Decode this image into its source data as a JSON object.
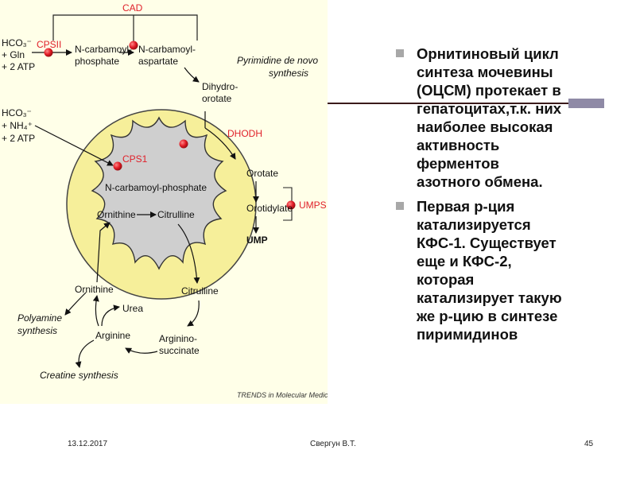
{
  "diagram": {
    "enzymes": {
      "cad": "CAD",
      "cpsii": "CPSII",
      "cps1": "CPS1",
      "dhodh": "DHODH",
      "umps": "UMPS"
    },
    "substrates": {
      "top_line1": "HCO₃⁻",
      "top_line2": "+ Gln",
      "top_line3": "+ 2 ATP",
      "mid_line1": "HCO₃⁻",
      "mid_line2": "+ NH₄⁺",
      "mid_line3": "+ 2 ATP"
    },
    "metabolites": {
      "ncp_top_1": "N-carbamoyl-",
      "ncp_top_2": "phosphate",
      "nca_1": "N-carbamoyl-",
      "nca_2": "aspartate",
      "dho_1": "Dihydro-",
      "dho_2": "orotate",
      "orotate": "Orotate",
      "orotidylate": "Orotidylate",
      "ump": "UMP",
      "ncp_mito": "N-carbamoyl-phosphate",
      "ornithine_mito": "Ornithine",
      "citrulline_mito": "Citrulline",
      "ornithine_cyto": "Ornithine",
      "citrulline_cyto": "Citrulline",
      "urea": "Urea",
      "arginine": "Arginine",
      "argsucc_1": "Arginino-",
      "argsucc_2": "succinate"
    },
    "pathways": {
      "pyrimidine_1": "Pyrimidine de novo",
      "pyrimidine_2": "synthesis",
      "polyamine_1": "Polyamine",
      "polyamine_2": "synthesis",
      "creatine": "Creatine synthesis"
    },
    "credit": "TRENDS in Molecular Medicine"
  },
  "bullets": [
    {
      "lines": [
        "Орнитиновый цикл",
        "синтеза мочевины",
        "(ОЦСМ) протекает в",
        "гепатоцитах,т.к. них",
        "наиболее высокая",
        "активность",
        "ферментов",
        "азотного обмена."
      ]
    },
    {
      "lines": [
        "Первая р-ция",
        "катализируется",
        "КФС-1. Существует",
        "еще и КФС-2,",
        "которая",
        "катализирует такую",
        "же р-цию в синтезе",
        "пиримидинов"
      ]
    }
  ],
  "footer": {
    "date": "13.12.2017",
    "author": "Свергун В.Т.",
    "page": "45"
  },
  "colors": {
    "mitochondrion": "#f6ef9a",
    "matrix": "#cfcfcf",
    "enzyme_dot": "#e21b25",
    "enzyme_label": "#e0202a",
    "bullet": "#a8a8a8"
  }
}
